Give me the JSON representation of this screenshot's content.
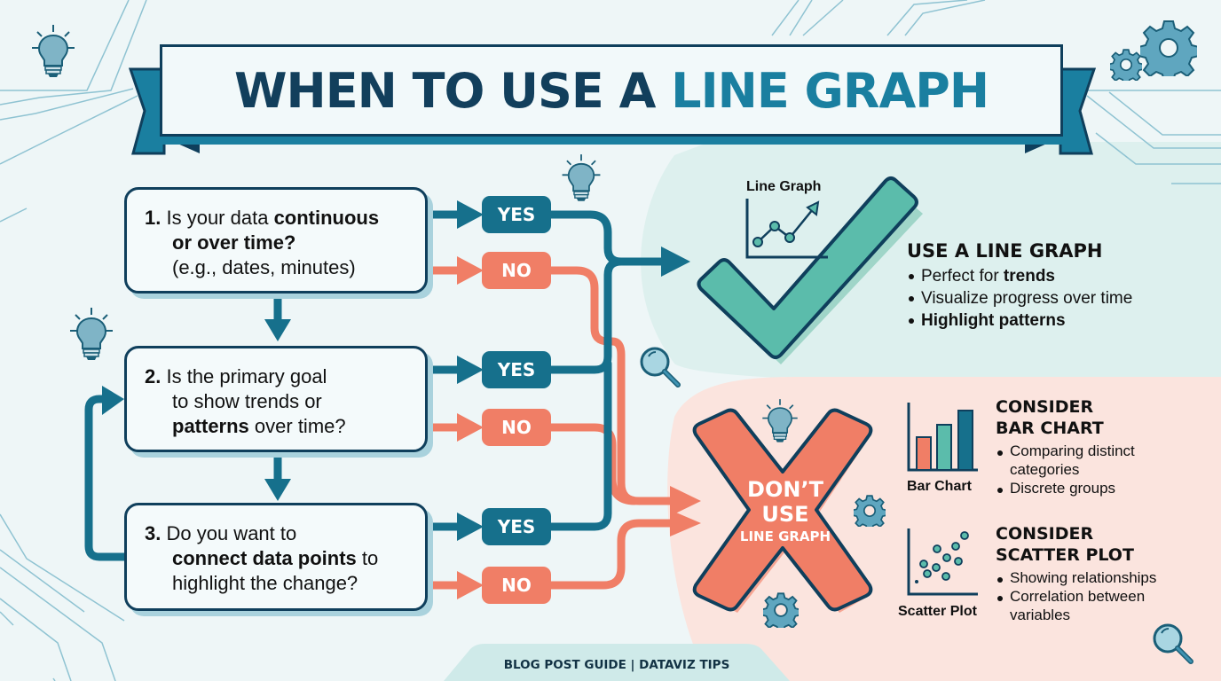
{
  "title": {
    "prefix": "WHEN TO USE A ",
    "accent": "LINE GRAPH"
  },
  "questions": [
    {
      "number": "1.",
      "lines": [
        {
          "parts": [
            {
              "text": " Is your data ",
              "bold": false
            },
            {
              "text": "continuous",
              "bold": true
            }
          ]
        },
        {
          "parts": [
            {
              "text": "or over time?",
              "bold": true
            }
          ]
        },
        {
          "parts": [
            {
              "text": "(e.g., dates, minutes)",
              "bold": false
            }
          ]
        }
      ],
      "line1_plain": "Is your data ",
      "line1_bold": "continuous",
      "line2_bold": "or over time?",
      "line3_plain": "(e.g., dates, minutes)"
    },
    {
      "number": "2.",
      "line1_plain": "Is the primary goal",
      "line2_plain": "to show trends or",
      "line3_bold": "patterns",
      "line3_plain": " over time?"
    },
    {
      "number": "3.",
      "line1_plain": "Do you want to",
      "line2_bold": "connect data points",
      "line2_plain": " to",
      "line3_plain": "highlight the change?"
    }
  ],
  "answers": {
    "yes": "YES",
    "no": "NO"
  },
  "use_result": {
    "icon_label": "Line Graph",
    "title": "USE A LINE GRAPH",
    "bullets": [
      {
        "plain": "Perfect for ",
        "bold": "trends"
      },
      {
        "plain": "Visualize progress over time",
        "bold": ""
      },
      {
        "plain": "",
        "bold": "Highlight patterns"
      }
    ]
  },
  "dont_result": {
    "line1": "DON’T",
    "line2": "USE",
    "line3": "LINE GRAPH"
  },
  "alternatives": [
    {
      "icon_label": "Bar Chart",
      "title_line1": "CONSIDER",
      "title_line2": "BAR CHART",
      "bullets": [
        "Comparing distinct categories",
        "Discrete groups"
      ]
    },
    {
      "icon_label": "Scatter Plot",
      "title_line1": "CONSIDER",
      "title_line2": "SCATTER PLOT",
      "bullets": [
        "Showing relationships",
        "Correlation between variables"
      ]
    }
  ],
  "footer": "BLOG POST GUIDE | DATAVIZ TIPS",
  "colors": {
    "navy": "#0f3f5c",
    "teal_dark": "#16708c",
    "teal_accent": "#1a7fa0",
    "mint": "#5bbcab",
    "coral": "#f07e66",
    "bg_light": "#eef6f7",
    "bg_mint": "#dff1ef",
    "bg_peach": "#fbe3dd"
  }
}
